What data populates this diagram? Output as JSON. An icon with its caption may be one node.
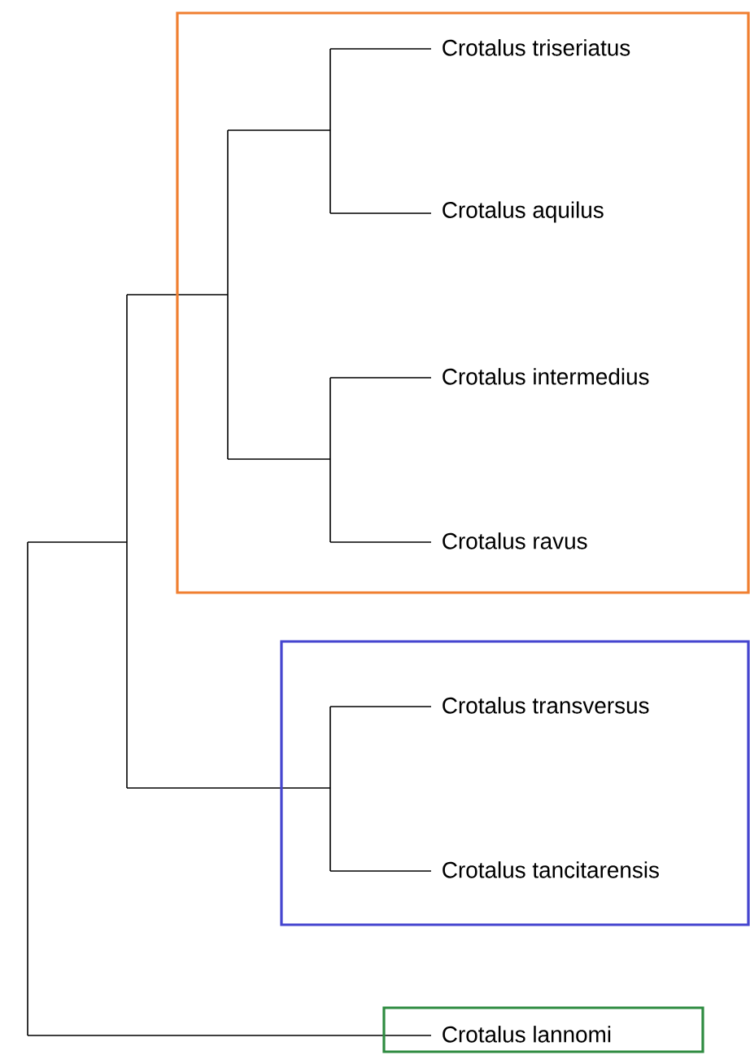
{
  "diagram": {
    "nodes": [
      {
        "text": [],
        "shape": "box"
      },
      {
        "text": [
          "Crotalus triseriatus"
        ],
        "in": 0
      },
      {
        "text": [
          "Crotalus aquilus"
        ],
        "in": 0
      },
      {
        "text": [
          "Crotalus intermedius"
        ],
        "in": 0
      },
      {
        "text": [
          "Crotalus ravus"
        ],
        "in": 0
      },
      {
        "text": [],
        "shape": "box"
      },
      {
        "text": [
          "Crotalus transversus"
        ],
        "in": 5
      },
      {
        "text": [
          "Crotalus tancitarensis"
        ],
        "in": 5
      },
      {
        "text": [],
        "shape": "box"
      },
      {
        "text": [
          "Crotalus lannomi"
        ],
        "in": 8
      }
    ]
  }
}
